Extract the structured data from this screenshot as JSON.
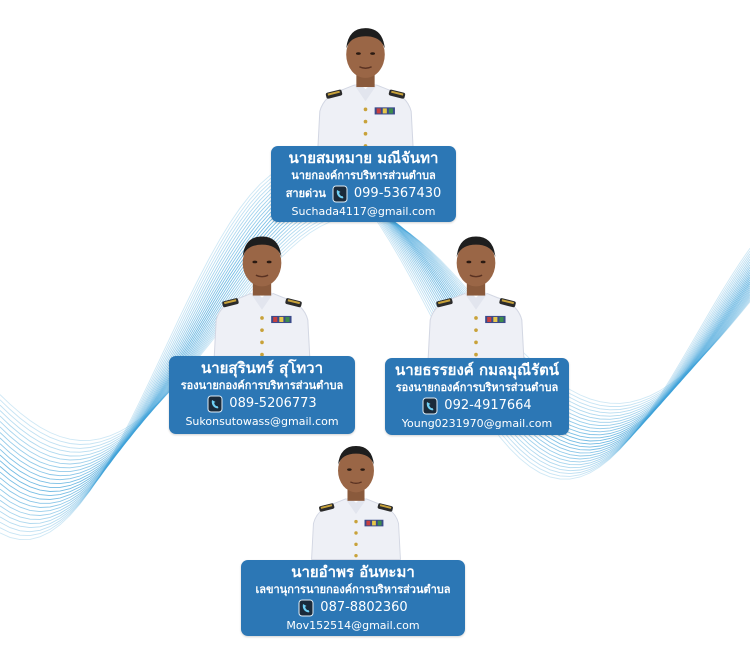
{
  "colors": {
    "card_bg": "#2c77b5",
    "card_text": "#ffffff",
    "wave": "#3fa2d9"
  },
  "people": [
    {
      "name": "นายสมหมาย มณีจันทา",
      "title": "นายกองค์การบริหารส่วนตำบล",
      "hotline_label": "สายด่วน",
      "phone": "099-5367430",
      "email": "Suchada4117@gmail.com",
      "icon": "phone-icon"
    },
    {
      "name": "นายสุรินทร์  สุโทวา",
      "title": "รองนายกองค์การบริหารส่วนตำบล",
      "phone": "089-5206773",
      "email": "Sukonsutowass@gmail.com",
      "icon": "phone-icon"
    },
    {
      "name": "นายธรรยงค์  กมลมุณีรัตน์",
      "title": "รองนายกองค์การบริหารส่วนตำบล",
      "phone": "092-4917664",
      "email": "Young0231970@gmail.com",
      "icon": "phone-icon"
    },
    {
      "name": "นายอำพร  อันทะมา",
      "title": "เลขานุการนายกองค์การบริหารส่วนตำบล",
      "phone": "087-8802360",
      "email": "Mov152514@gmail.com",
      "icon": "phone-icon"
    }
  ]
}
